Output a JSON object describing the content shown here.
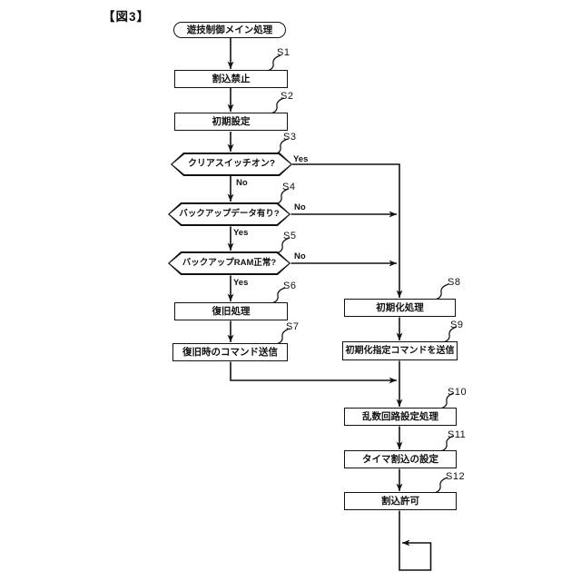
{
  "figure": {
    "title": "【図3】"
  },
  "flowchart": {
    "start": {
      "label": "遊技制御メイン処理"
    },
    "steps": [
      {
        "id": "S1",
        "label": "割込禁止",
        "type": "process"
      },
      {
        "id": "S2",
        "label": "初期設定",
        "type": "process"
      },
      {
        "id": "S3",
        "label": "クリアスイッチオン?",
        "type": "decision",
        "branch_right": "Yes",
        "branch_down": "No"
      },
      {
        "id": "S4",
        "label": "バックアップデータ有り?",
        "type": "decision",
        "branch_right": "No",
        "branch_down": "Yes"
      },
      {
        "id": "S5",
        "label": "バックアップRAM正常?",
        "type": "decision",
        "branch_right": "No",
        "branch_down": "Yes"
      },
      {
        "id": "S6",
        "label": "復旧処理",
        "type": "process"
      },
      {
        "id": "S7",
        "label": "復旧時のコマンド送信",
        "type": "process"
      },
      {
        "id": "S8",
        "label": "初期化処理",
        "type": "process"
      },
      {
        "id": "S9",
        "label": "初期化指定コマンドを送信",
        "type": "process"
      },
      {
        "id": "S10",
        "label": "乱数回路設定処理",
        "type": "process"
      },
      {
        "id": "S11",
        "label": "タイマ割込の設定",
        "type": "process"
      },
      {
        "id": "S12",
        "label": "割込許可",
        "type": "process"
      }
    ]
  },
  "colors": {
    "line": "#111111",
    "node_fill": "#ffffff",
    "background": "#ffffff"
  }
}
